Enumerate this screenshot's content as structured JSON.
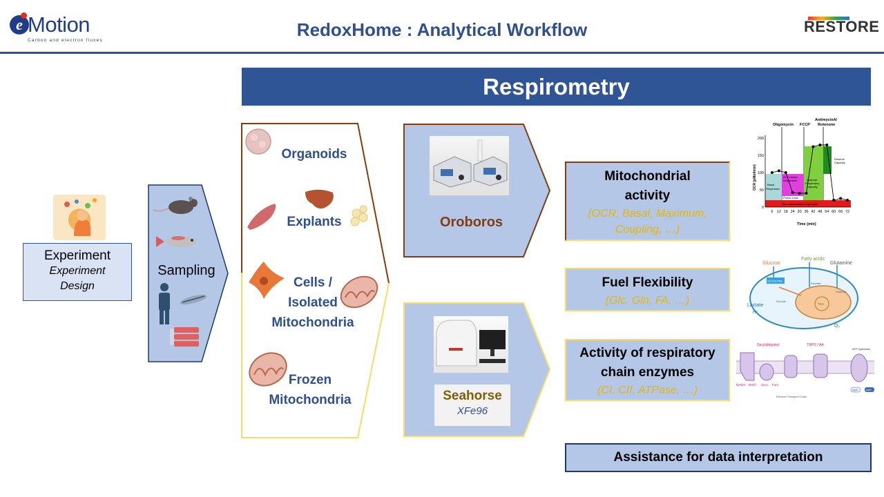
{
  "header": {
    "title": "RedoxHome : Analytical Workflow",
    "logo_left": {
      "word": "Motion",
      "letter": "e",
      "subtitle": "Carbon and electron fluxes"
    },
    "logo_right": {
      "word": "RESTORE"
    }
  },
  "banner": {
    "label": "Respirometry"
  },
  "experiment": {
    "title": "Experiment",
    "subtitle_line1": "Experiment",
    "subtitle_line2": "Design"
  },
  "sampling": {
    "label": "Sampling"
  },
  "samples": {
    "organoids": "Organoids",
    "explants": "Explants",
    "cells_line1": "Cells /",
    "cells_line2": "Isolated",
    "cells_line3": "Mitochondria",
    "frozen_line1": "Frozen",
    "frozen_line2": "Mitochondria"
  },
  "instruments": {
    "oroboros": {
      "label": "Oroboros"
    },
    "seahorse": {
      "label": "Seahorse",
      "model": "XFe96"
    }
  },
  "outcomes": {
    "mito": {
      "title_line1": "Mitochondrial",
      "title_line2": "activity",
      "sub_line1": "(OCR, Basal, Maximum,",
      "sub_line2": "Coupling, …)"
    },
    "fuel": {
      "title": "Fuel Flexibility",
      "sub": "(Glc, Gln, FA, …)"
    },
    "chain": {
      "title_line1": "Activity of respiratory",
      "title_line2": "chain enzymes",
      "sub": "(CI, CII, ATPase, …)"
    }
  },
  "assistance": {
    "label": "Assistance for data interpretation"
  },
  "ocr_figure": {
    "annotations": [
      "Oligomycin",
      "FCCP",
      "AntimycinA/",
      "Rotenone"
    ],
    "ylabel": "OCR (pMol/min)",
    "xlabel": "Time (min)",
    "yticks": [
      "200",
      "150",
      "100",
      "50",
      "0"
    ],
    "xticks": [
      "6",
      "12",
      "18",
      "24",
      "30",
      "36",
      "42",
      "48",
      "54",
      "60",
      "66",
      "72"
    ],
    "regions": [
      "Basal",
      "Respiration",
      "ATP-Linked",
      "Respiration",
      "Proton Leak",
      "Maximal",
      "Respiratory",
      "Capacity",
      "Reserve",
      "Capacity",
      "Non-mitochondrial respiration"
    ],
    "chart_data": {
      "type": "line",
      "x": [
        6,
        12,
        18,
        24,
        30,
        36,
        42,
        48,
        54,
        60,
        66,
        72
      ],
      "y": [
        100,
        105,
        100,
        42,
        40,
        40,
        175,
        180,
        180,
        20,
        25,
        20
      ],
      "ylim": [
        0,
        200
      ],
      "xlabel": "Time (min)",
      "ylabel": "OCR (pMol/min)"
    }
  },
  "fuel_figure": {
    "labels": [
      "Glucose",
      "Fatty acids",
      "Glutamine",
      "Lactate",
      "H⁺",
      "O₂",
      "GLYCOLYSIS",
      "Pyruvate",
      "Palmitate",
      "Glutamate",
      "TCA"
    ]
  },
  "chain_figure": {
    "labels": [
      "Decylubiquinol",
      "TMPD / AA",
      "NADH",
      "NAD⁺",
      "Succ.",
      "Fum.",
      "ATP",
      "ADP",
      "ATP hydrolase",
      "Electron Transport Chain"
    ]
  }
}
